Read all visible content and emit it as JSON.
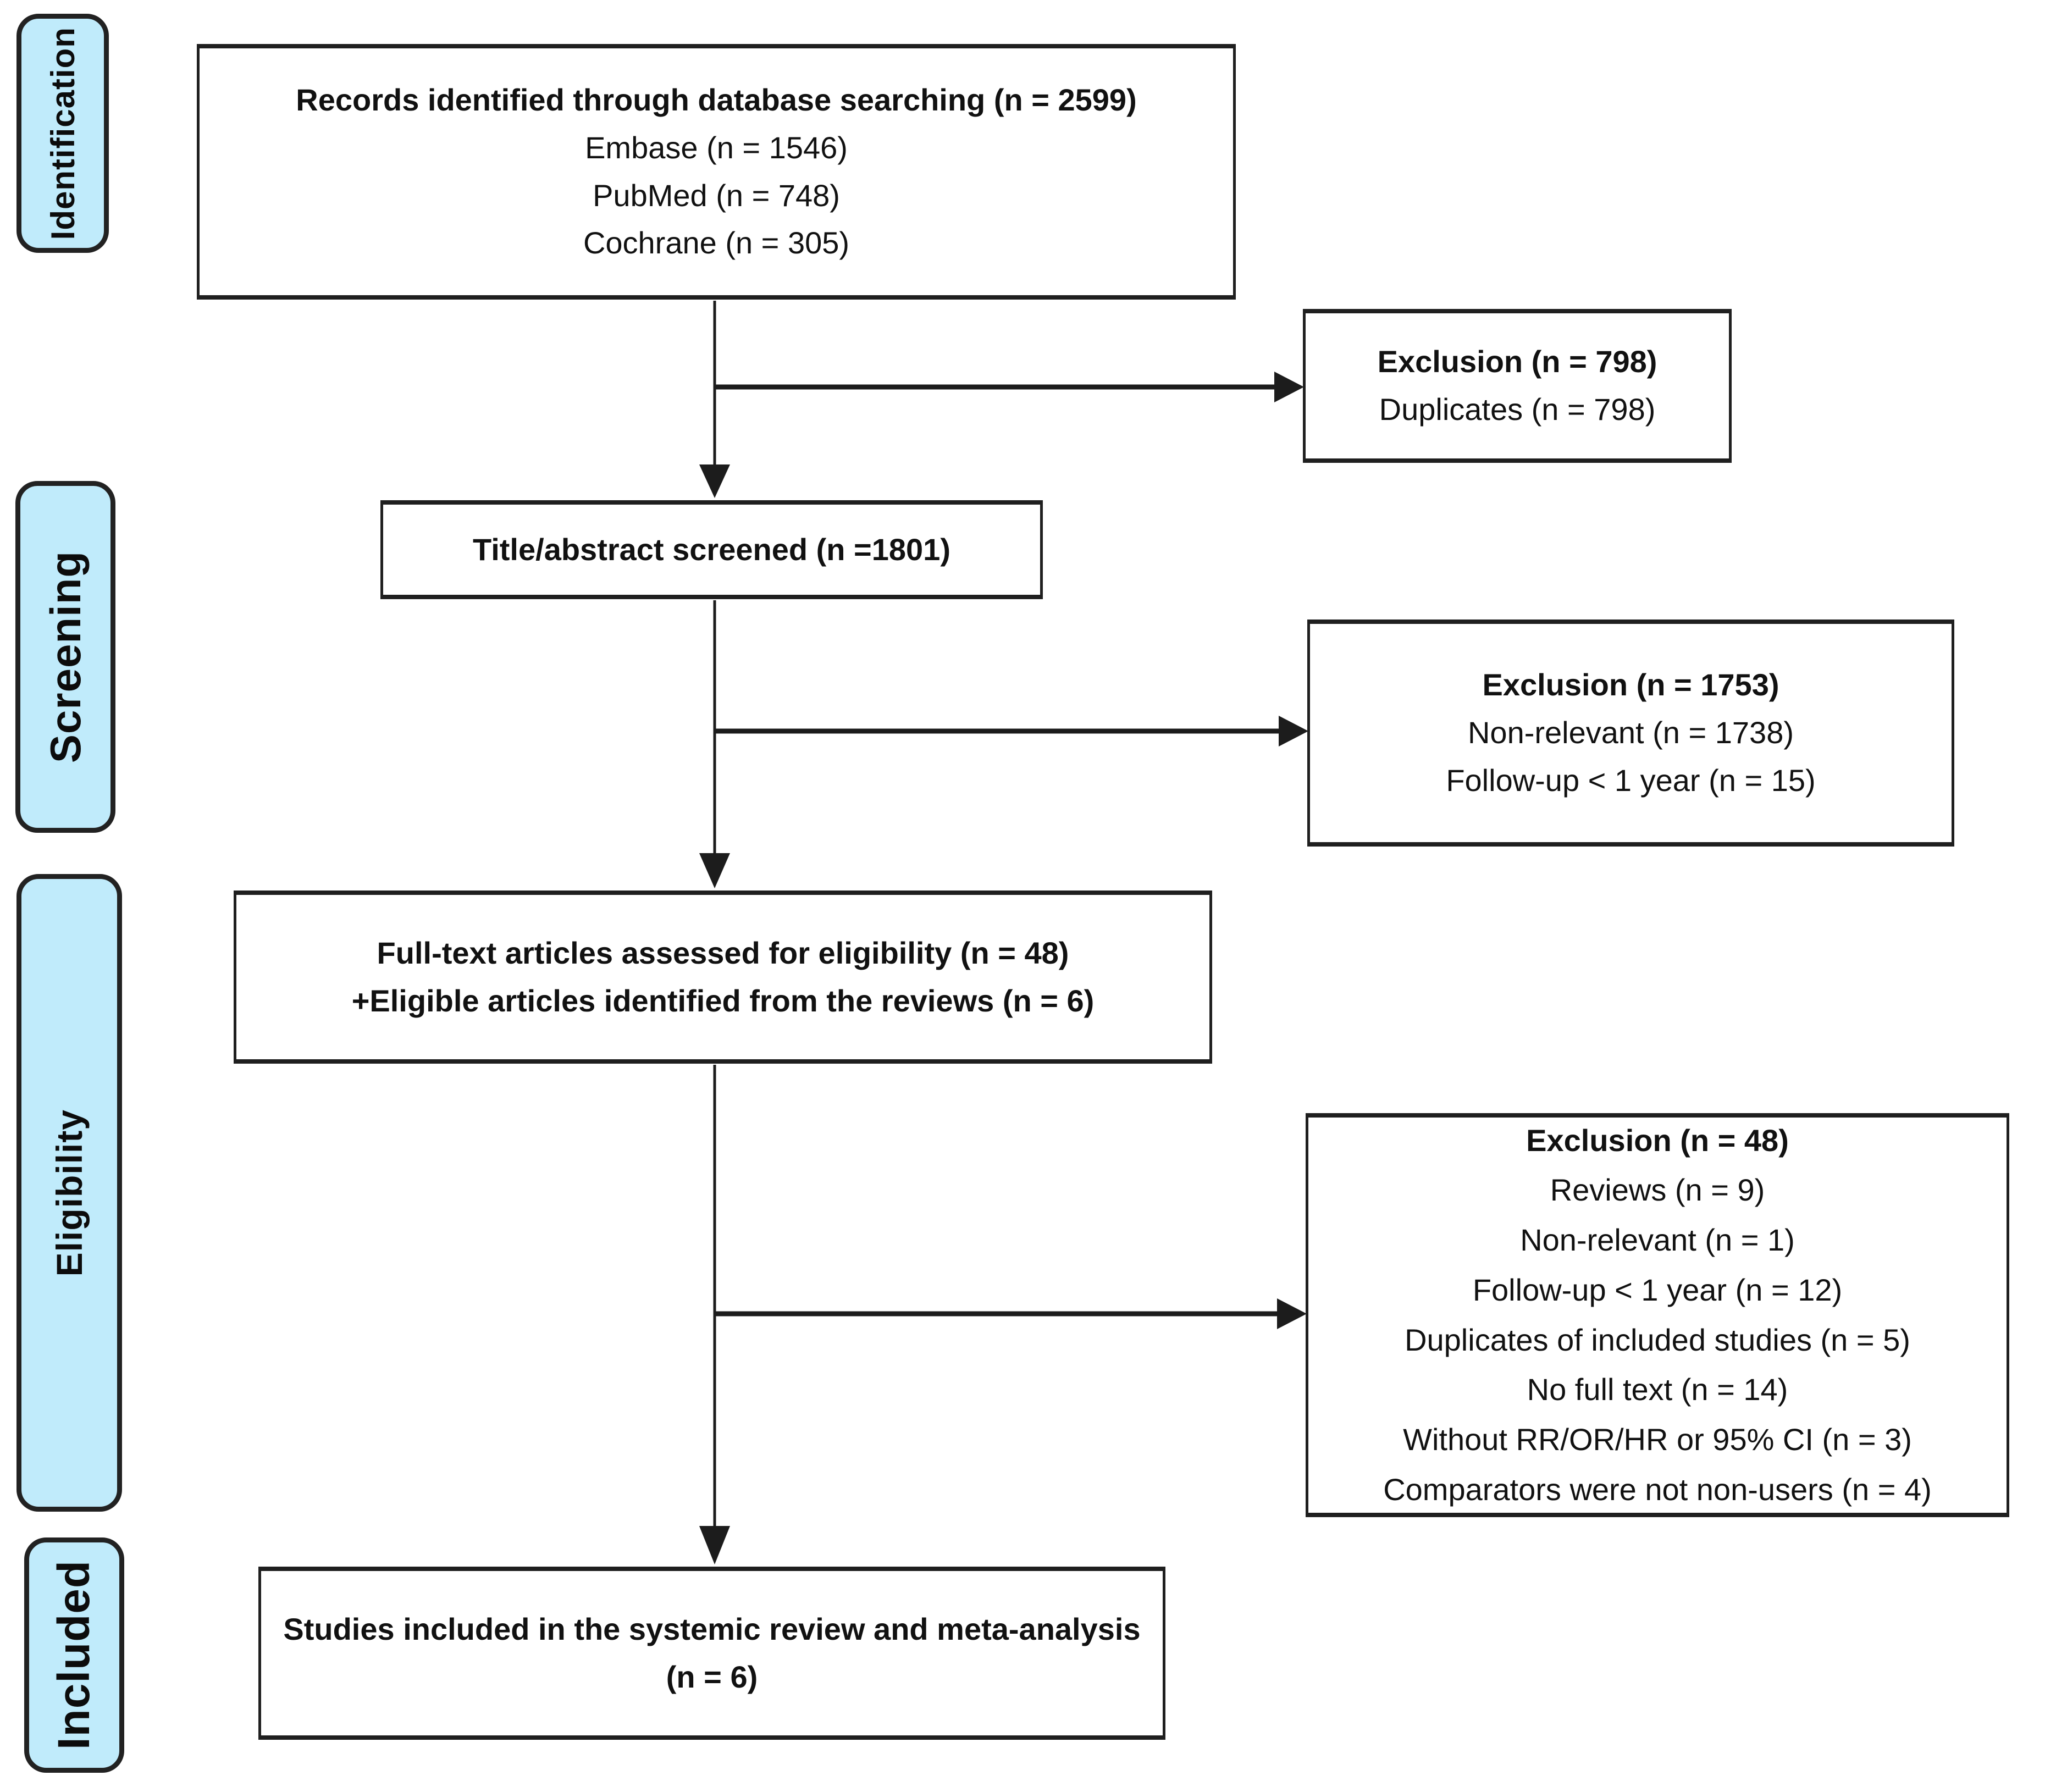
{
  "colors": {
    "stage_fill": "#C0EBFB",
    "stage_border": "#222222",
    "box_border": "#1F1F1F",
    "arrow": "#1C1C1C",
    "text": "#111111",
    "background": "#FFFFFF"
  },
  "stages": [
    {
      "label": "Identification"
    },
    {
      "label": "Screening"
    },
    {
      "label": "Eligibility"
    },
    {
      "label": "Included"
    }
  ],
  "boxes": {
    "records": {
      "title": "Records identified through database searching (n = 2599)",
      "lines": [
        "Embase (n = 1546)",
        "PubMed (n = 748)",
        "Cochrane (n = 305)"
      ]
    },
    "exclusion_duplicates": {
      "title": "Exclusion (n = 798)",
      "lines": [
        "Duplicates (n = 798)"
      ]
    },
    "screened": {
      "title": "Title/abstract screened (n =1801)"
    },
    "exclusion_screening": {
      "title": "Exclusion (n = 1753)",
      "lines": [
        "Non-relevant (n = 1738)",
        "Follow-up < 1 year (n = 15)"
      ]
    },
    "fulltext": {
      "title": "Full-text articles assessed for eligibility (n = 48)",
      "subtitle": "+Eligible articles identified from the reviews (n = 6)"
    },
    "exclusion_eligibility": {
      "title": "Exclusion (n = 48)",
      "lines": [
        "Reviews (n = 9)",
        "Non-relevant (n = 1)",
        "Follow-up < 1 year (n = 12)",
        "Duplicates of included studies (n = 5)",
        "No full text (n = 14)",
        "Without RR/OR/HR or 95% CI (n = 3)",
        "Comparators were not non-users (n = 4)"
      ]
    },
    "included": {
      "title": "Studies included in the systemic review and meta-analysis (n = 6)"
    }
  }
}
